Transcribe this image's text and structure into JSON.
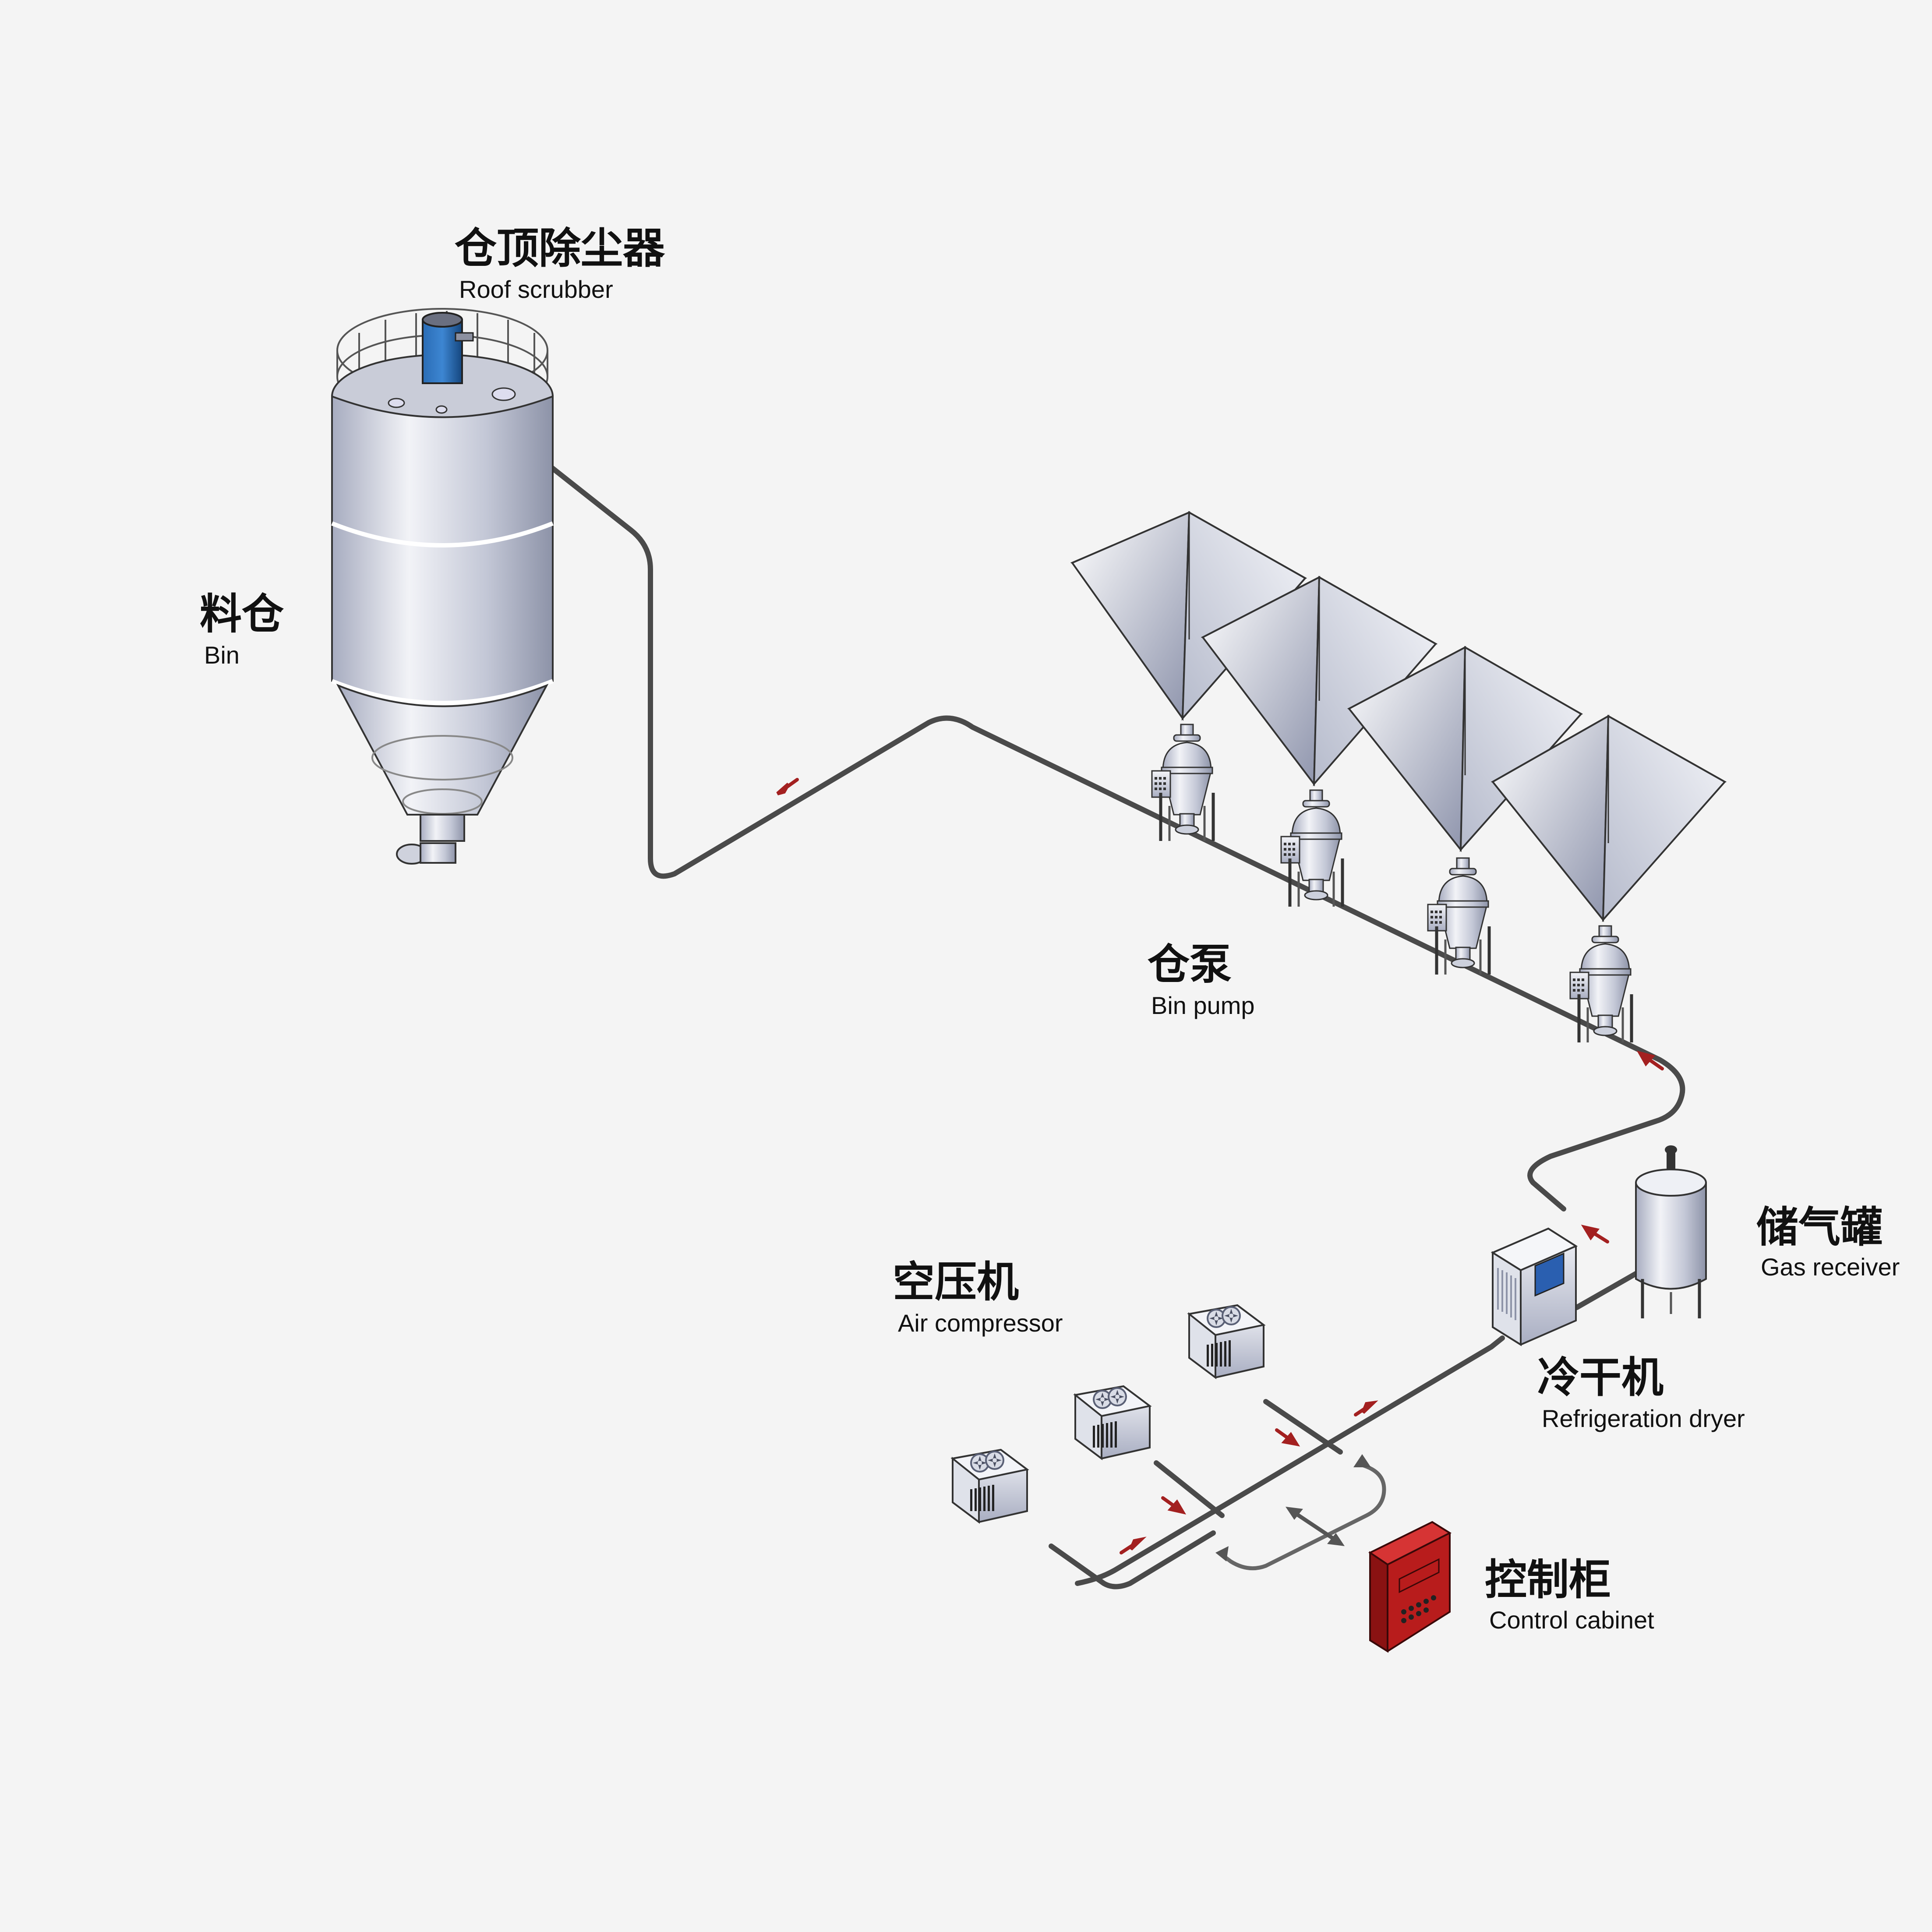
{
  "colors": {
    "background": "#f4f4f4",
    "pipe": "#4a4a4a",
    "flow_arrow": "#a32020",
    "control_arrow": "#555555",
    "scrubber": "#1f5a9c",
    "cabinet": "#b81c1c",
    "metal_light": "#eef0f5",
    "metal_dark": "#9aa0b4"
  },
  "labels": {
    "roof_scrubber": {
      "zh": "仓顶除尘器",
      "en": "Roof scrubber"
    },
    "bin": {
      "zh": "料仓",
      "en": "Bin"
    },
    "bin_pump": {
      "zh": "仓泵",
      "en": "Bin pump"
    },
    "gas_receiver": {
      "zh": "储气罐",
      "en": "Gas receiver"
    },
    "air_compressor": {
      "zh": "空压机",
      "en": "Air compressor"
    },
    "refrigeration_dryer": {
      "zh": "冷干机",
      "en": "Refrigeration dryer"
    },
    "control_cabinet": {
      "zh": "控制柜",
      "en": "Control cabinet"
    }
  },
  "icons": {
    "bin": "silo-icon",
    "scrubber": "dust-collector-icon",
    "hopper": "hopper-icon",
    "pump": "bin-pump-icon",
    "receiver": "gas-tank-icon",
    "dryer": "dryer-icon",
    "compressor": "compressor-icon",
    "cabinet": "control-cabinet-icon"
  }
}
